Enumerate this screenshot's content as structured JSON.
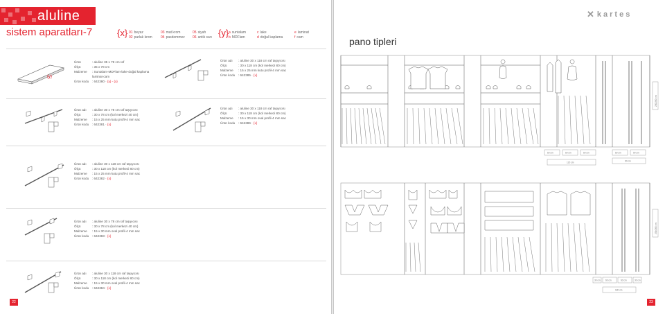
{
  "left": {
    "brand": "aluline",
    "title": "sistem aparatları-7",
    "legend_x": {
      "key": "{x}",
      "columns": [
        [
          {
            "code": "01",
            "label": "beyaz"
          },
          {
            "code": "02",
            "label": "parlak krom"
          }
        ],
        [
          {
            "code": "03",
            "label": "mat krom"
          },
          {
            "code": "04",
            "label": "pasdemmez"
          }
        ],
        [
          {
            "code": "05",
            "label": "siyah"
          },
          {
            "code": "06",
            "label": "antik sarı"
          }
        ]
      ]
    },
    "legend_y": {
      "key": "{y}",
      "columns": [
        [
          {
            "code": "a",
            "label": "suntalam"
          },
          {
            "code": "b",
            "label": "MDFlam"
          }
        ],
        [
          {
            "code": "c",
            "label": "lake"
          },
          {
            "code": "d",
            "label": "doğal kaplama"
          }
        ],
        [
          {
            "code": "e",
            "label": "laminat"
          },
          {
            "code": "f",
            "label": "cam"
          }
        ]
      ]
    },
    "shelf_tag": "{y}",
    "products": [
      {
        "rows": [
          {
            "k": "Ürün",
            "v": ": aluline 35 x 78 cm raf"
          },
          {
            "k": "Ölçü",
            "v": ": 35 x 78 cm"
          },
          {
            "k": "Malzeme",
            "v": ": Suntalam-MDFlam-lake-doğal kaplama"
          },
          {
            "k": "",
            "v": "  laminat-cam"
          },
          {
            "k": "Ürün kodu",
            "v": ": 642380 · ",
            "hl": "{y} - {x}"
          }
        ]
      },
      {
        "rows": [
          {
            "k": "Ürün adı",
            "v": ": aluline 30 x 118 cm raf taşıyıcısı"
          },
          {
            "k": "Ölçü",
            "v": ": 30 x 118 cm (kol merkezi 80 cm)"
          },
          {
            "k": "Malzeme",
            "v": ": 15 x 25 mm kutu profil-4 mm sac"
          },
          {
            "k": "Ürün kodu",
            "v": ": 642385 · ",
            "hl": "{x}"
          }
        ]
      },
      {
        "rows": [
          {
            "k": "Ürün adı",
            "v": ": aluline 30 x 78 cm raf taşıyıcısı"
          },
          {
            "k": "Ölçü",
            "v": ": 30 x 78 cm (kol merkezi 40 cm)"
          },
          {
            "k": "Malzeme",
            "v": ": 15 x 25 mm kutu profil-4 mm sac"
          },
          {
            "k": "Ürün kodu",
            "v": ": 642381 · ",
            "hl": "{x}"
          }
        ]
      },
      {
        "rows": [
          {
            "k": "Ürün adı",
            "v": ": aluline 30 x 118 cm raf taşıyıcısı"
          },
          {
            "k": "Ölçü",
            "v": ": 30 x 118 cm (kol merkezi 80 cm)"
          },
          {
            "k": "Malzeme",
            "v": ": 15 x 30 mm oval profil-4 mm sac"
          },
          {
            "k": "Ürün kodu",
            "v": ": 642386 · ",
            "hl": "{x}"
          }
        ]
      },
      {
        "rows": [
          {
            "k": "Ürün adı",
            "v": ": aluline 30 x 118 cm raf taşıyıcısı"
          },
          {
            "k": "Ölçü",
            "v": ": 30 x 118 cm (kol merkezi 80 cm)"
          },
          {
            "k": "Malzeme",
            "v": ": 15 x 25 mm kutu profil-4 mm sac"
          },
          {
            "k": "Ürün kodu",
            "v": ": 642382 · ",
            "hl": "{x}"
          }
        ]
      },
      {
        "rows": [
          {
            "k": "Ürün adı",
            "v": ": aluline 30 x 78 cm raf taşıyıcısı"
          },
          {
            "k": "Ölçü",
            "v": ": 30 x 78 cm (kol merkezi 40 cm)"
          },
          {
            "k": "Malzeme",
            "v": ": 15 x 30 mm oval profil-4 mm sac"
          },
          {
            "k": "Ürün kodu",
            "v": ": 642383 · ",
            "hl": "{x}"
          }
        ]
      },
      {
        "rows": [
          {
            "k": "Ürün adı",
            "v": ": aluline 30 x 118 cm raf taşıyıcısı"
          },
          {
            "k": "Ölçü",
            "v": ": 30 x 118 cm (kol merkezi 80 cm)"
          },
          {
            "k": "Malzeme",
            "v": ": 15 x 30 mm oval profil-4 mm sac"
          },
          {
            "k": "Ürün kodu",
            "v": ": 642384 · ",
            "hl": "{x}"
          }
        ]
      }
    ],
    "page_number": "22"
  },
  "right": {
    "logo_text": "kartes",
    "pano_title": "pano tipleri",
    "dims_top": [
      "60 cm",
      "60 cm",
      "60 cm",
      "60 cm",
      "90 cm"
    ],
    "dims_top_total": [
      "120 cm",
      "90 cm"
    ],
    "dims_bottom": [
      "30 cm",
      "60 cm",
      "60 cm",
      "30 cm"
    ],
    "dims_bottom_total": "180 cm",
    "height_label": "230/260 cm",
    "page_number": "23"
  },
  "colors": {
    "accent": "#e4232f",
    "line": "#555555",
    "paper": "#ffffff"
  }
}
